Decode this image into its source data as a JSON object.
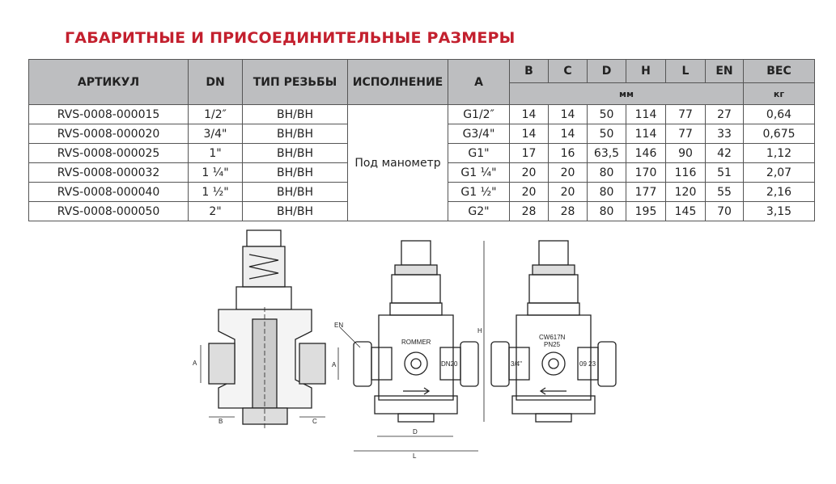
{
  "title": "ГАБАРИТНЫЕ И ПРИСОЕДИНИТЕЛЬНЫЕ РАЗМЕРЫ",
  "table": {
    "headers": {
      "article": "АРТИКУЛ",
      "dn": "DN",
      "thread": "ТИП РЕЗЬБЫ",
      "version": "ИСПОЛНЕНИЕ",
      "a": "A",
      "b": "B",
      "c": "C",
      "d": "D",
      "h": "H",
      "l": "L",
      "en": "EN",
      "weight": "ВЕС",
      "unit_mm": "мм",
      "unit_kg": "кг"
    },
    "version_value": "Под манометр",
    "rows": [
      {
        "article": "RVS-0008-000015",
        "dn": "1/2″",
        "thread": "ВН/ВН",
        "a": "G1/2″",
        "b": "14",
        "c": "14",
        "d": "50",
        "h": "114",
        "l": "77",
        "en": "27",
        "weight": "0,64"
      },
      {
        "article": "RVS-0008-000020",
        "dn": "3/4\"",
        "thread": "ВН/ВН",
        "a": "G3/4\"",
        "b": "14",
        "c": "14",
        "d": "50",
        "h": "114",
        "l": "77",
        "en": "33",
        "weight": "0,675"
      },
      {
        "article": "RVS-0008-000025",
        "dn": "1\"",
        "thread": "ВН/ВН",
        "a": "G1\"",
        "b": "17",
        "c": "16",
        "d": "63,5",
        "h": "146",
        "l": "90",
        "en": "42",
        "weight": "1,12"
      },
      {
        "article": "RVS-0008-000032",
        "dn": "1 ¼\"",
        "thread": "ВН/ВН",
        "a": "G1 ¼\"",
        "b": "20",
        "c": "20",
        "d": "80",
        "h": "170",
        "l": "116",
        "en": "51",
        "weight": "2,07"
      },
      {
        "article": "RVS-0008-000040",
        "dn": "1 ½\"",
        "thread": "ВН/ВН",
        "a": "G1 ½\"",
        "b": "20",
        "c": "20",
        "d": "80",
        "h": "177",
        "l": "120",
        "en": "55",
        "weight": "2,16"
      },
      {
        "article": "RVS-0008-000050",
        "dn": "2\"",
        "thread": "ВН/ВН",
        "a": "G2\"",
        "b": "28",
        "c": "28",
        "d": "80",
        "h": "195",
        "l": "145",
        "en": "70",
        "weight": "3,15"
      }
    ]
  },
  "drawing": {
    "a": "A",
    "b": "B",
    "c": "C",
    "en": "EN",
    "d": "D",
    "l": "L",
    "h": "H",
    "brand": "ROMMER",
    "dn_mark": "DN20",
    "material": "CW617N",
    "pressure": "PN25",
    "size_mark": "3/4\"",
    "date_mark": "09 23"
  }
}
